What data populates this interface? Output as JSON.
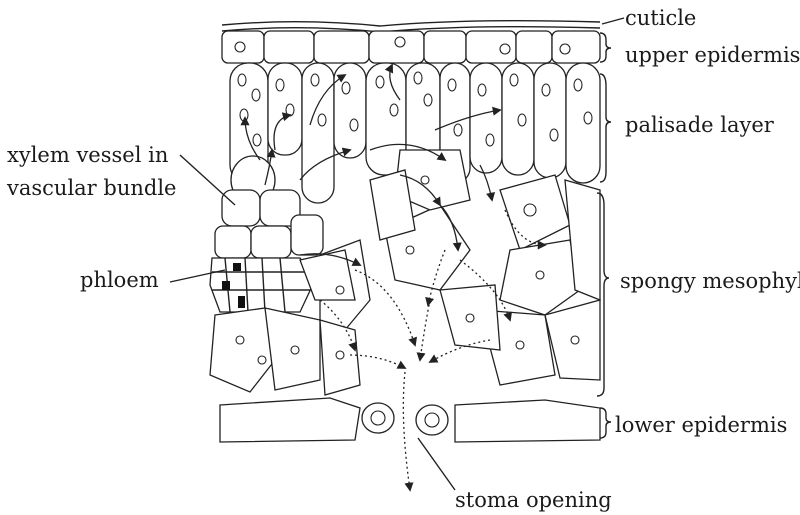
{
  "labels": {
    "cuticle": "cuticle",
    "upper_epidermis": "upper epidermis",
    "palisade_layer": "palisade layer",
    "xylem_line1": "xylem vessel in",
    "xylem_line2": "vascular bundle",
    "phloem": "phloem",
    "spongy_mesophyl": "spongy mesophyl",
    "lower_epidermis": "lower epidermis",
    "stoma_opening": "stoma opening"
  }
}
